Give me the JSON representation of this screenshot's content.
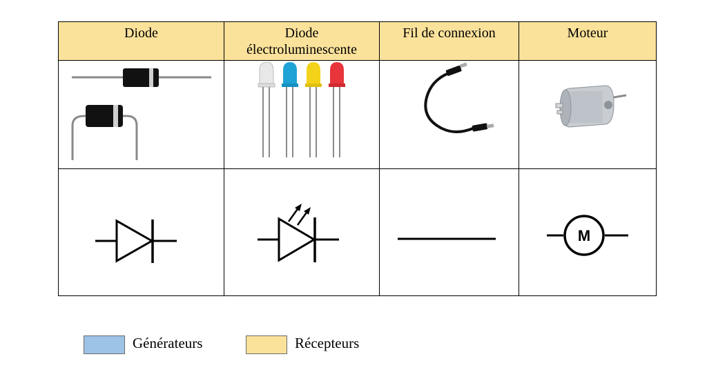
{
  "table": {
    "headers": [
      "Diode",
      "Diode électroluminescente",
      "Fil de connexion",
      "Moteur"
    ],
    "header_lines": [
      [
        "Diode"
      ],
      [
        "Diode",
        "électroluminescente"
      ],
      [
        "Fil de connexion"
      ],
      [
        "Moteur"
      ]
    ]
  },
  "symbols": {
    "motor_letter": "M"
  },
  "legend": [
    {
      "label": "Générateurs",
      "color": "#9dc3e6"
    },
    {
      "label": "Récepteurs",
      "color": "#fbe29b"
    }
  ],
  "colors": {
    "header_bg": "#fbe29b",
    "led_colors": [
      "#e8e8e8",
      "#1fa2d6",
      "#f3d21a",
      "#e8343b"
    ]
  }
}
